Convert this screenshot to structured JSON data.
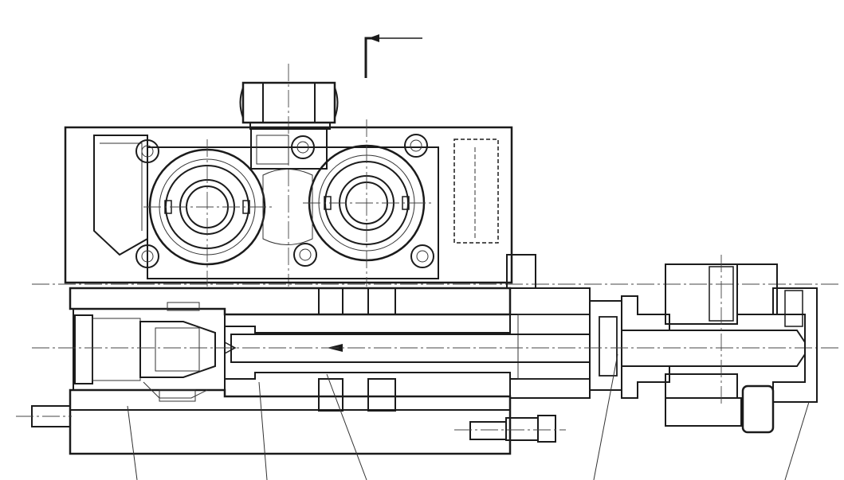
{
  "drawing": {
    "type": "technical cross-section drawing",
    "section_marker": "arrow",
    "ink_color": "#1b1b1b",
    "paper_color": "#ffffff",
    "leader_line_count": 5
  }
}
